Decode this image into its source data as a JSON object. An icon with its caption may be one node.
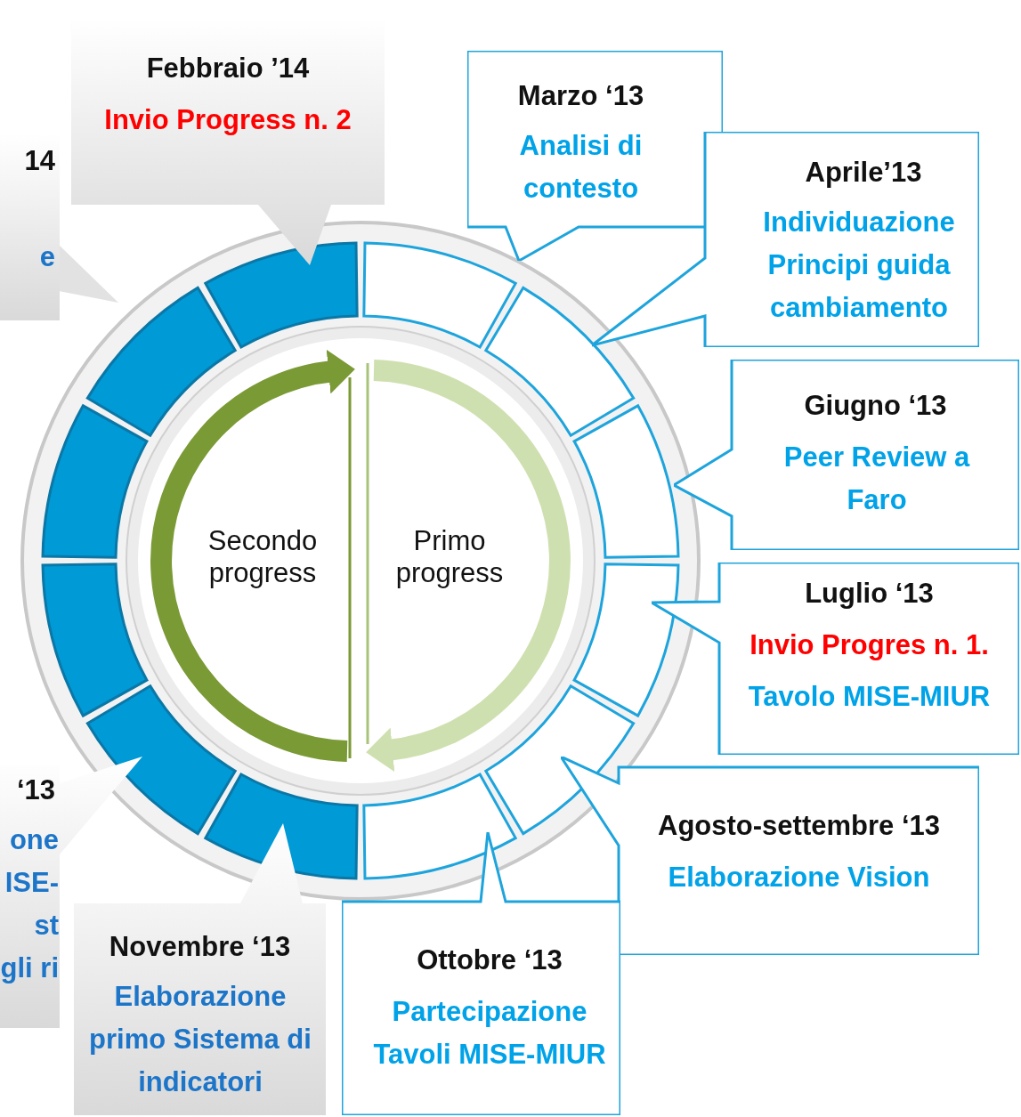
{
  "diagram": {
    "nodes": [
      {
        "text": [
          "14",
          "e"
        ]
      },
      {
        "text": [
          "Febbraio ’14",
          "Invio Progress n. 2"
        ]
      },
      {
        "text": [
          "Marzo ‘13",
          "Analisi di contesto"
        ]
      },
      {
        "text": [
          "Aprile’13",
          "Individuazione Principi guida cambiamento"
        ]
      },
      {
        "text": [
          "Giugno ‘13",
          "Peer Review a Faro"
        ]
      },
      {
        "text": [
          "Luglio ‘13",
          "Invio Progres n. 1.",
          "Tavolo MISE-MIUR"
        ]
      },
      {
        "text": [
          "Agosto-settembre  ‘13",
          "Elaborazione Vision"
        ]
      },
      {
        "text": [
          "Ottobre ‘13",
          "Partecipazione Tavoli MISE-MIUR"
        ]
      },
      {
        "text": [
          "Novembre ‘13",
          "Elaborazione primo Sistema di indicatori"
        ]
      },
      {
        "text": [
          "‘13",
          "one ISE- st gli ri"
        ]
      }
    ],
    "labels": [
      "Secondo progress",
      "Primo progress"
    ]
  }
}
